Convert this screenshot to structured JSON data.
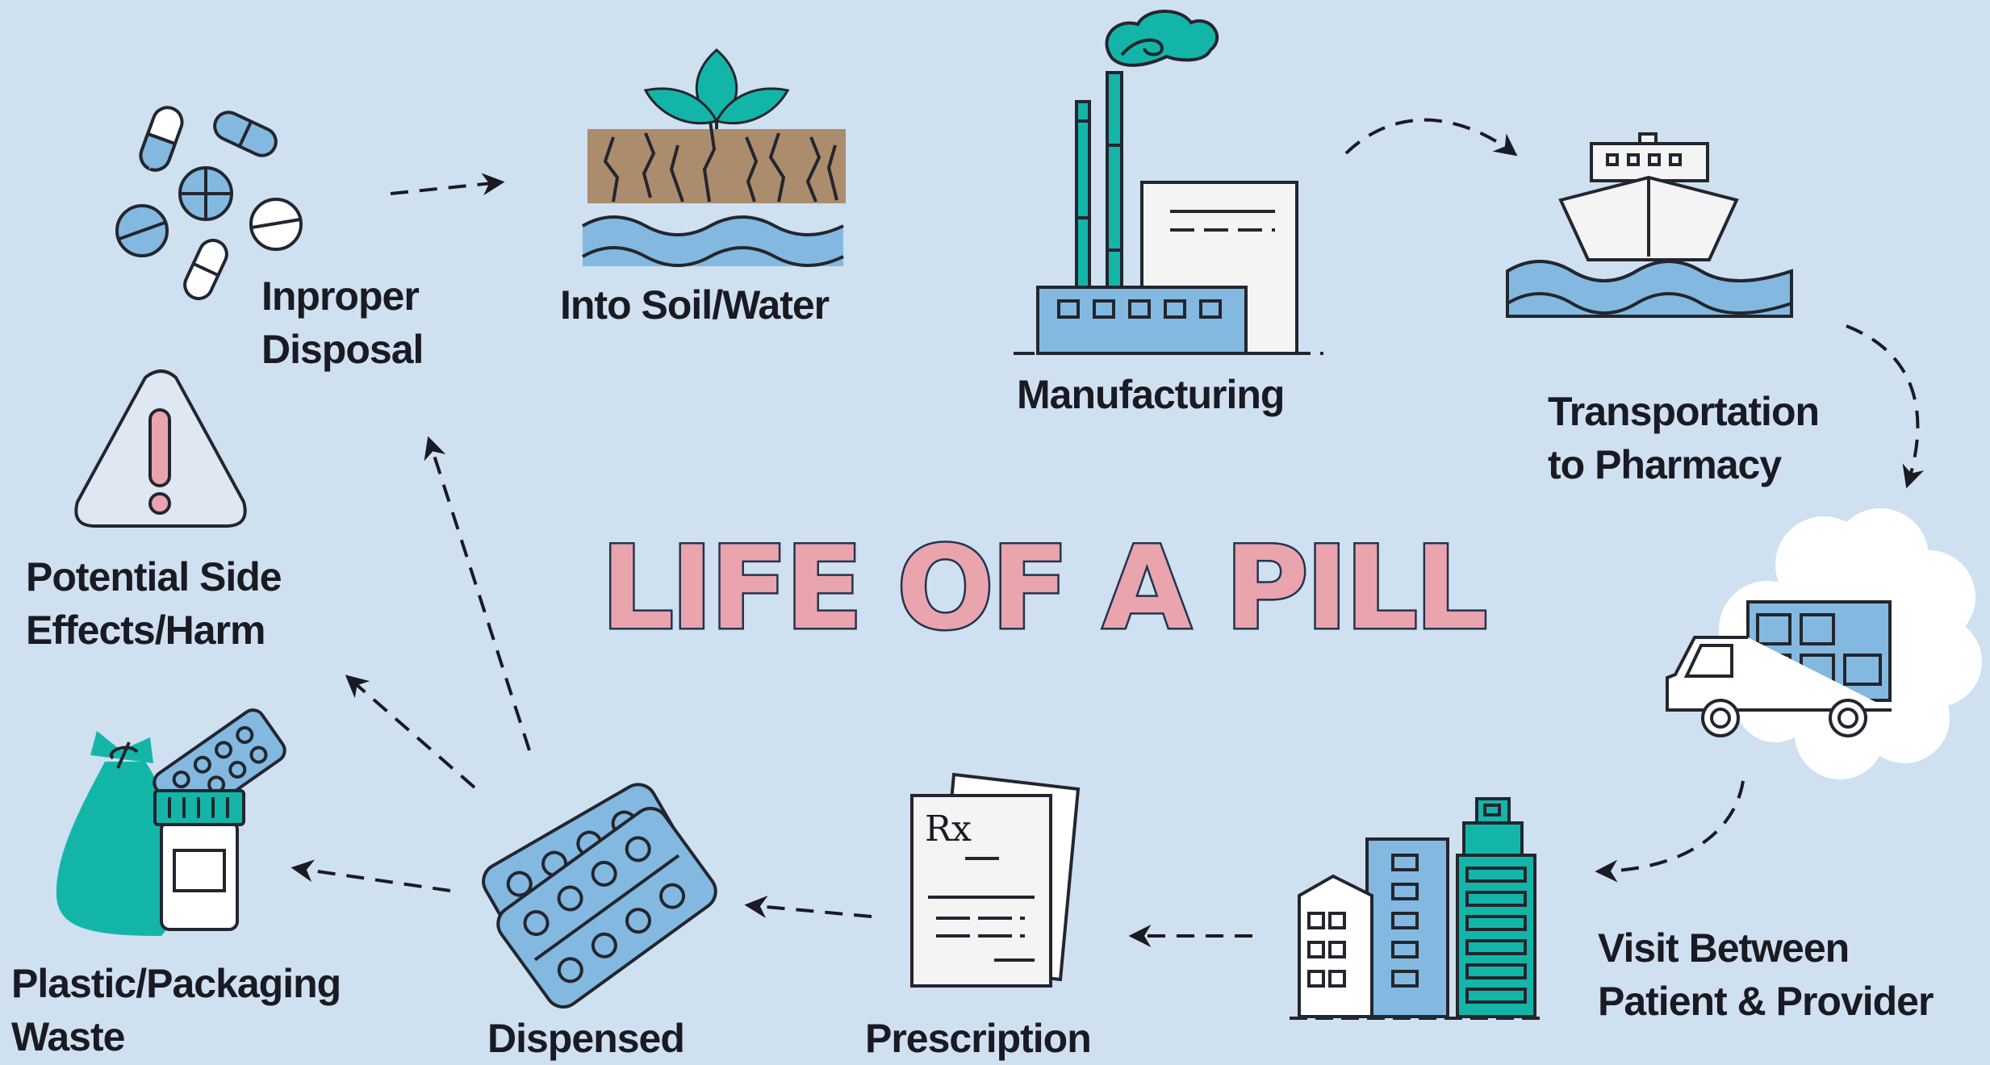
{
  "title": "LIFE OF A PILL",
  "stages": {
    "improper_disposal": "Inproper\nDisposal",
    "into_soil_water": "Into Soil/Water",
    "manufacturing": "Manufacturing",
    "transportation": "Transportation\nto Pharmacy",
    "visit": "Visit Between\nPatient & Provider",
    "prescription": "Prescription",
    "dispensed": "Dispensed",
    "plastic_waste": "Plastic/Packaging\nWaste",
    "side_effects": "Potential Side\nEffects/Harm"
  },
  "rx_symbol": "Rx",
  "colors": {
    "background": "#cfe0f1",
    "teal": "#14b5a9",
    "light_blue": "#83b9e0",
    "pink": "#eaa4ae",
    "soil": "#ab8c6c",
    "outline": "#23262e"
  }
}
